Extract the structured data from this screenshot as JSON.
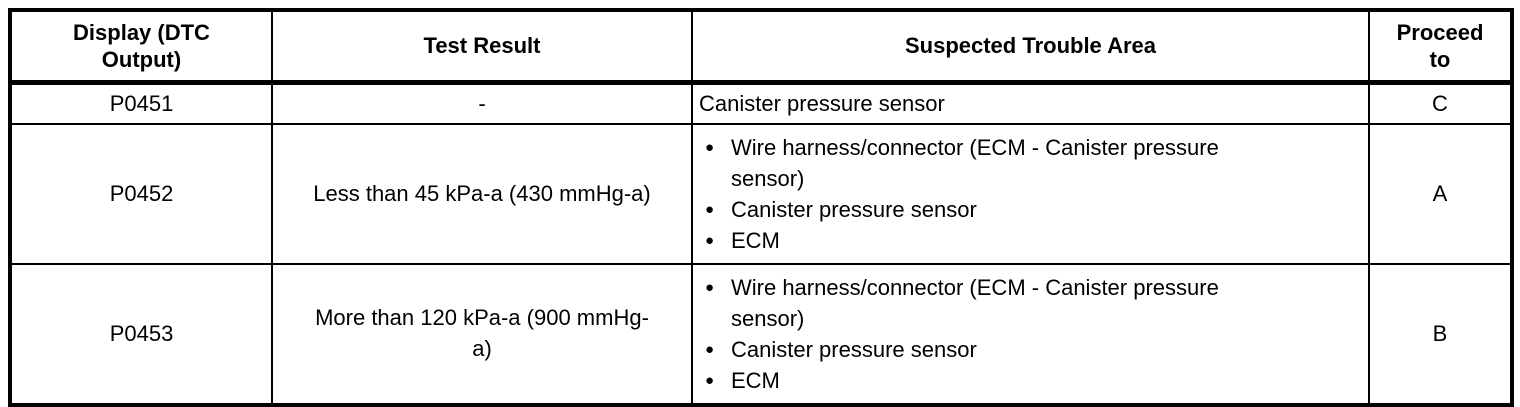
{
  "colors": {
    "text": "#000000",
    "border": "#000000",
    "background": "#ffffff"
  },
  "glyphs": {
    "bullet": "●"
  },
  "table": {
    "columns": [
      {
        "label": "Display (DTC Output)"
      },
      {
        "label": "Test Result"
      },
      {
        "label": "Suspected Trouble Area"
      },
      {
        "label": "Proceed to"
      }
    ],
    "rows": [
      {
        "dtc": "P0451",
        "test_result": "-",
        "trouble_area_text": "Canister pressure sensor",
        "proceed_to": "C"
      },
      {
        "dtc": "P0452",
        "test_result": "Less than 45 kPa-a (430 mmHg-a)",
        "trouble_area_items": [
          "Wire harness/connector (ECM - Canister pressure sensor)",
          "Canister pressure sensor",
          "ECM"
        ],
        "proceed_to": "A"
      },
      {
        "dtc": "P0453",
        "test_result": "More than 120 kPa-a (900 mmHg-a)",
        "trouble_area_items": [
          "Wire harness/connector (ECM - Canister pressure sensor)",
          "Canister pressure sensor",
          "ECM"
        ],
        "proceed_to": "B"
      }
    ]
  }
}
